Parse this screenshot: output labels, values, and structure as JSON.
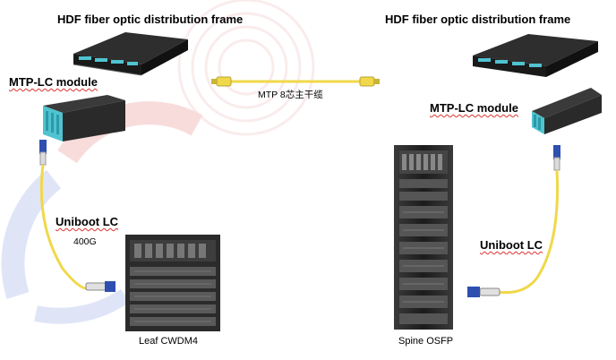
{
  "labels": {
    "hdf_left": "HDF fiber optic distribution frame",
    "hdf_right": "HDF fiber optic distribution frame",
    "mtp_lc_left": "MTP-LC module",
    "mtp_lc_right": "MTP-LC module",
    "mtp_trunk": "MTP 8芯主干缆",
    "uniboot_left": "Uniboot LC",
    "speed": "400G",
    "uniboot_right": "Uniboot LC",
    "leaf": "Leaf CWDM4",
    "spine": "Spine OSFP"
  },
  "colors": {
    "cable": "#f0d84a",
    "aqua": "#4fc3d0",
    "device_dark": "#2a2a2a",
    "watermark_red": "#f3c9c9",
    "watermark_blue": "#c9d3f2"
  }
}
